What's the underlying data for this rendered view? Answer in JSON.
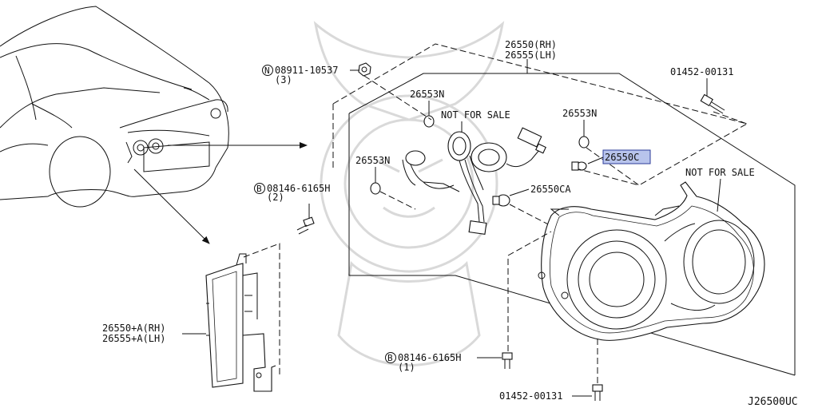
{
  "labels": {
    "headlamp_assembly_rh": "26550(RH)",
    "headlamp_assembly_lh": "26555(LH)",
    "nut_part_no": "08911-10537",
    "nut_prefix": "N",
    "nut_qty": "(3)",
    "bolt_part_no_top_right": "01452-00131",
    "bolt_part_no_bottom": "01452-00131",
    "grommet_1": "26553N",
    "grommet_2": "26553N",
    "grommet_3": "26553N",
    "not_for_sale_harness": "NOT FOR SALE",
    "not_for_sale_housing": "NOT FOR SALE",
    "bulb_highlighted": "26550C",
    "bulb_side_marker": "26550CA",
    "screw_part_no_upper": "08146-6165H",
    "screw_prefix_upper": "B",
    "screw_qty_upper": "(2)",
    "screw_part_no_lower": "08146-6165H",
    "screw_prefix_lower": "B",
    "screw_qty_lower": "(1)",
    "side_lamp_rh": "26550+A(RH)",
    "side_lamp_lh": "26555+A(LH)",
    "diagram_code": "J26500UC"
  },
  "colors": {
    "line": "#111111",
    "highlight_fill": "#b8c4ec",
    "highlight_border": "#2c3d9a",
    "watermark": "#d9d9d9"
  }
}
